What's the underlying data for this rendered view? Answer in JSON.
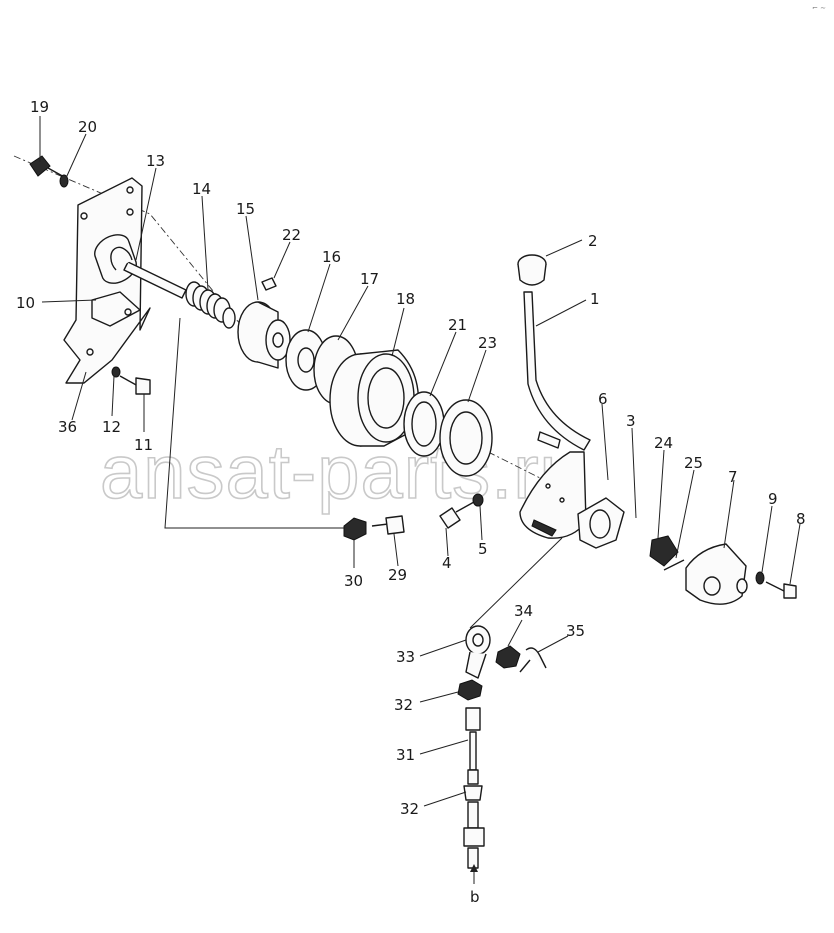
{
  "watermark": "ansat-parts.ru",
  "corner_mark": "⌐ ∼",
  "arrow_label": "b",
  "callouts": [
    "19",
    "20",
    "13",
    "14",
    "15",
    "22",
    "16",
    "17",
    "18",
    "21",
    "23",
    "2",
    "1",
    "6",
    "3",
    "24",
    "25",
    "7",
    "9",
    "8",
    "10",
    "36",
    "12",
    "11",
    "30",
    "29",
    "4",
    "5",
    "34",
    "33",
    "35",
    "32",
    "31",
    "32"
  ]
}
